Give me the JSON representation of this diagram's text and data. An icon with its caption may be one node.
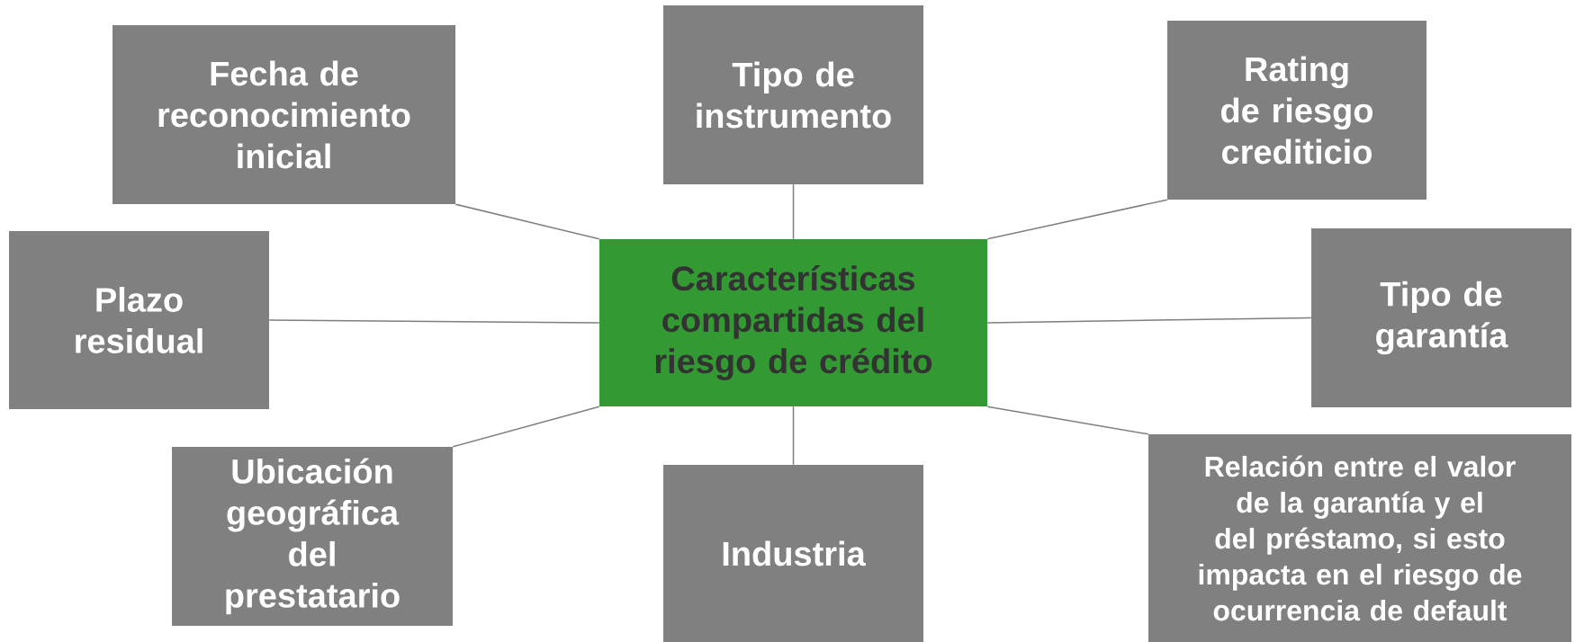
{
  "diagram": {
    "nodes": [
      {
        "text": [
          "Fecha de reconocimiento inicial"
        ]
      },
      {
        "text": [
          "Tipo de instrumento"
        ]
      },
      {
        "text": [
          "Rating de riesgo crediticio"
        ]
      },
      {
        "text": [
          "Plazo residual"
        ]
      },
      {
        "text": [
          "Características compartidas del riesgo de crédito"
        ]
      },
      {
        "text": [
          "Tipo de garantía"
        ]
      },
      {
        "text": [
          "Ubicación geográfica del prestatario"
        ]
      },
      {
        "text": [
          "Industria"
        ]
      },
      {
        "text": [
          "Relación entre el valor de la garantía y el del préstamo, si esto impacta en el riesgo de ocurrencia de default"
        ]
      }
    ],
    "edges": [
      {
        "from": 4,
        "to": 0,
        "arrow": "none"
      },
      {
        "from": 4,
        "to": 1,
        "arrow": "none"
      },
      {
        "from": 4,
        "to": 2,
        "arrow": "none"
      },
      {
        "from": 4,
        "to": 3,
        "arrow": "none"
      },
      {
        "from": 4,
        "to": 5,
        "arrow": "none"
      },
      {
        "from": 4,
        "to": 6,
        "arrow": "none"
      },
      {
        "from": 4,
        "to": 7,
        "arrow": "none"
      },
      {
        "from": 4,
        "to": 8,
        "arrow": "none"
      }
    ]
  }
}
